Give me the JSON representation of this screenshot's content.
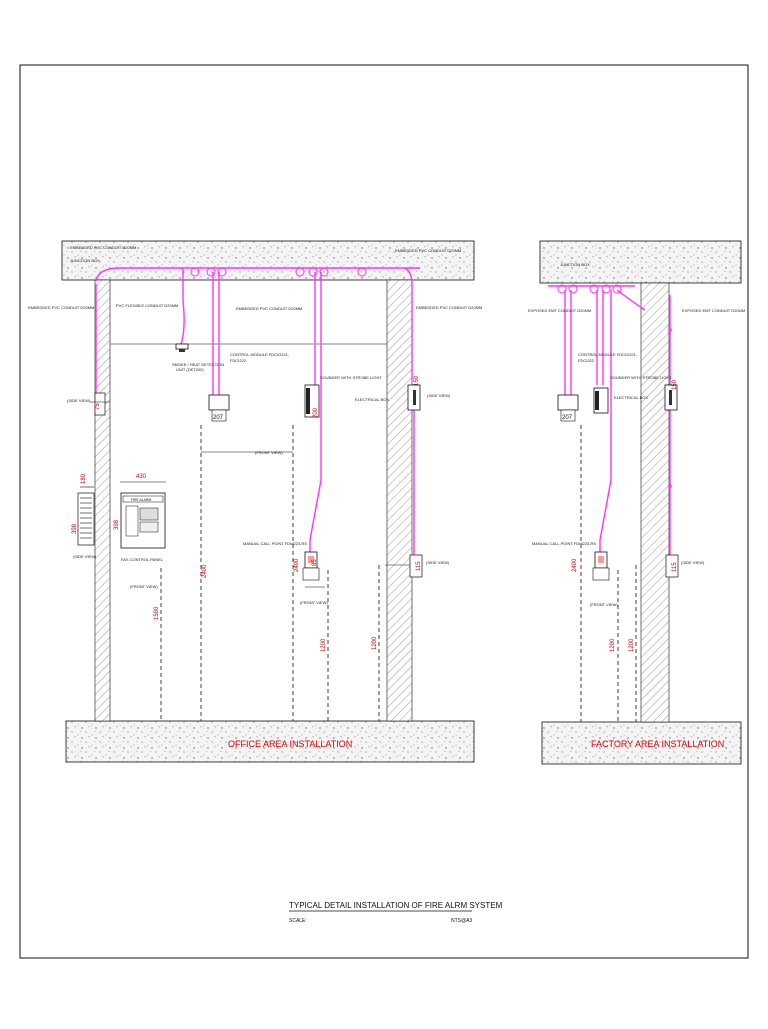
{
  "office": {
    "section_title": "OFFICE AREA INSTALLATION",
    "labels": {
      "embedded_conduit_top": "EMBEDDED PVC CONDUIT D20MM",
      "junction_box": "JUNCTION BOX",
      "embedded_conduit_right_top": "EMBEDDED PVC CONDUIT D20MM",
      "exposed_conduit_left": "EMBEDDED PVC CONDUIT D20MM",
      "pvc_flexible": "PVC FLEXIBLE CONDUIT D20MM",
      "embedded_conduit_mid": "EMBEDDED PVC CONDUIT D20MM",
      "embedded_conduit_right": "EMBEDDED PVC CONDUIT D20MM",
      "smoke_detector": "SMOKE / HEAT DETECTION",
      "smoke_detector_2": "UNIT (DET200)",
      "control_module": "CONTROL MODULE  FDCIO221,",
      "control_module_2": "FDCI222",
      "sounder": "SOUNDER WITH STROBE LIGHT",
      "electrical_box": "ELECTRICAL BOX",
      "side_view_1": "(SIDE VIEW)",
      "front_view_1": "(FRONT VIEW)",
      "side_view_2": "(SIDE VIEW)",
      "side_view_3": "(SIDE VIEW)",
      "fas_panel": "FAS CONTROL PANEL",
      "front_view_panel": "(FRONT VIEW)",
      "manual_call_point": "MANUAL CALL POINT FDM223-RS",
      "front_view_mcp": "(FRONT VIEW)",
      "side_view_mcp": "(SIDE VIEW)",
      "panel_header": "FIRE ALARM"
    },
    "dims": {
      "d180": "180",
      "d430": "430",
      "d398a": "398",
      "d398b": "398",
      "d2400a": "2400",
      "d1500": "1500",
      "d2400b": "2400",
      "d1200a": "1200",
      "d1200b": "1200",
      "d207": "207",
      "d200": "200",
      "d150": "150",
      "d75": "75",
      "d115": "115",
      "d85": "85"
    }
  },
  "factory": {
    "section_title": "FACTORY AREA INSTALLATION",
    "labels": {
      "junction_box": "JUNCTION BOX",
      "exposed_conduit_left": "EXPOSED EMT CONDUIT D20MM",
      "exposed_conduit_right": "EXPOSED EMT CONDUIT D20MM",
      "control_module": "CONTROL MODULE  FDCIO221,",
      "control_module_2": "FDCI222",
      "sounder": "SOUNDER WITH STROBE LIGHT",
      "electrical_box": "ELECTRICAL BOX",
      "manual_call_point": "MANUAL CALL POINT FDM223-RS",
      "front_view": "(FRONT VIEW)",
      "side_view": "(SIDE VIEW)"
    },
    "dims": {
      "d2400": "2400",
      "d1200a": "1200",
      "d1200b": "1200",
      "d207": "207",
      "d150": "150",
      "d115": "115"
    }
  },
  "title_block": {
    "title": "TYPICAL DETAIL INSTALLATION OF FIRE ALRM SYSTEM",
    "scale_label": "SCALE:",
    "scale_value": "NTS@A3"
  },
  "colors": {
    "conduit": "#ff33ff",
    "dimension": "#d00000",
    "line": "#111111",
    "concrete": "#f2f2f2"
  }
}
